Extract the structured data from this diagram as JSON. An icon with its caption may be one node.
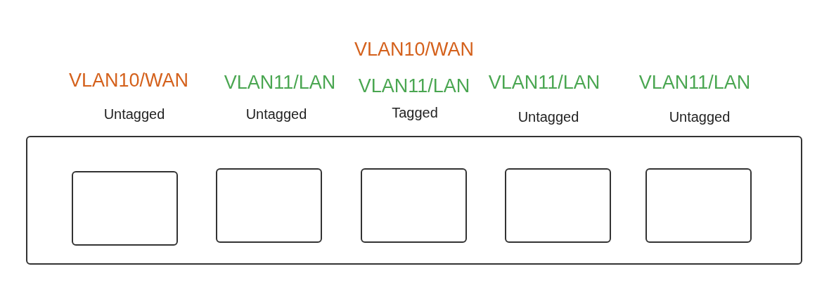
{
  "diagram": {
    "nodes": [
      {
        "text": [],
        "shape": "box"
      },
      {
        "text": [],
        "shape": "box",
        "in": 0,
        "beside": [
          "VLAN10/WAN",
          "Untagged"
        ]
      },
      {
        "text": [],
        "shape": "box",
        "in": 0,
        "beside": [
          "VLAN11/LAN",
          "Untagged"
        ]
      },
      {
        "text": [],
        "shape": "box",
        "in": 0,
        "beside": [
          "VLAN10/WAN",
          "VLAN11/LAN",
          "Tagged"
        ]
      },
      {
        "text": [],
        "shape": "box",
        "in": 0,
        "beside": [
          "VLAN11/LAN",
          "Untagged"
        ]
      },
      {
        "text": [],
        "shape": "box",
        "in": 0,
        "beside": [
          "VLAN11/LAN",
          "Untagged"
        ]
      }
    ]
  }
}
